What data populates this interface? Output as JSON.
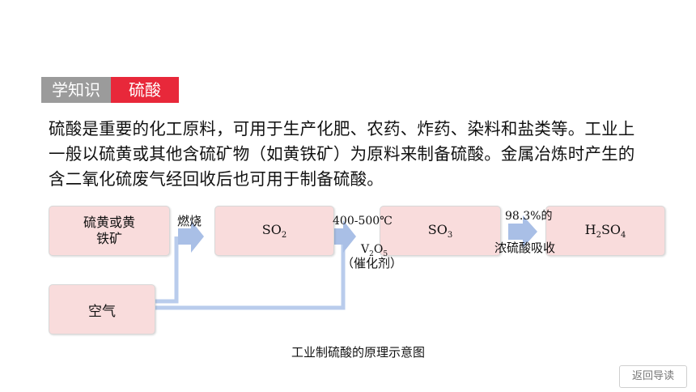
{
  "header": {
    "tag_left": "学知识",
    "tag_right": "硫酸"
  },
  "intro": {
    "lines": [
      "硫酸是重要的化工原料，可用于生产化肥、农药、炸药、染料和盐类等。工业上",
      "一般以硫黄或其他含硫矿物（如黄铁矿）为原料来制备硫酸。金属冶炼时产生的",
      "含二氧化硫废气经回收后也可用于制备硫酸。"
    ]
  },
  "diagram": {
    "box_raw": {
      "line1": "硫黄或黄",
      "line2": "铁矿"
    },
    "box_air": "空气",
    "so2": {
      "base": "SO",
      "sub": "2"
    },
    "so3": {
      "base": "SO",
      "sub": "3"
    },
    "h2so4": {
      "p1": "H",
      "s1": "2",
      "p2": "SO",
      "s2": "4"
    },
    "step1": "燃烧",
    "step2_temp": "400-500℃",
    "step2_cat": {
      "p1": "V",
      "s1": "2",
      "p2": "O",
      "s2": "5"
    },
    "step2_cat_note": "（催化剂）",
    "step3_top": "98.3%的",
    "step3_bottom": "浓硫酸吸收",
    "caption": "工业制硫酸的原理示意图"
  },
  "nav": {
    "back_label": "返回导读"
  },
  "colors": {
    "accent_red": "#e8283a",
    "tag_gray": "#9b9b9b",
    "box_fill": "#f9dcdc",
    "arrow": "#a9bfe6"
  }
}
